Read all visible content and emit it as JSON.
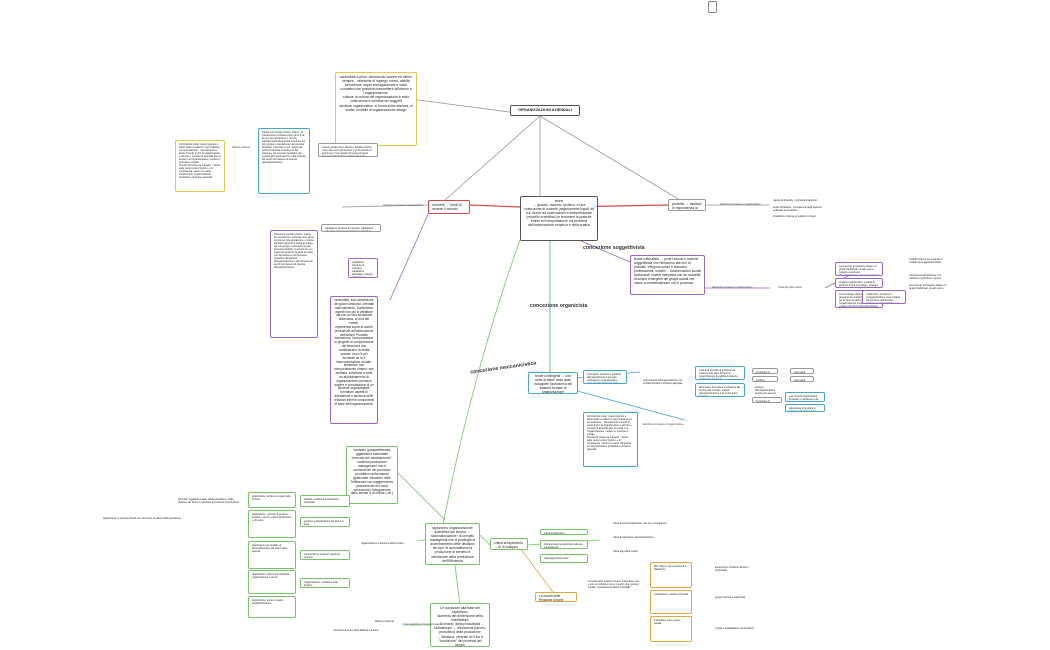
{
  "nodes": {
    "root": "ORGANIZZAZIONI AZIENDALI",
    "teorie": "teorie\n→ guardo, osservo, ipotizzo, è una costruzione di concetti (ragionamenti logici) da cui: derivo ed osservazioni e interpretazione (modello scientifico) le fenomeni di pratiche entrici ed interpretazione sui problemi dell'osservazione empirica e della pratica",
    "concetti": "concetti → modi di vedere il mondo",
    "prodotto": "prodotto → risultato in rispondenza la teoria",
    "tayloriana": "razionalità a priori, biunivocità l'azione ed ottimo sempre... selezione di impiego nuovo, attività\nformazione: saper immagazzinarli e valori connettivi che possiedo trasmettere all'interno e l'organizzazione.\ncultura: la cultura del organizzazione è sotto costruzione e sovrana nei soggetti\nstrutture organizzative: si forma sulla relazioni, si scelto: modello di organizzazione design",
    "razionalita": "razionalità: solo descrizione dei giochi simbolici, orientati razionalmente. Cambiando aspetti non più lo attrattore ma non so una situazione autonoma, al di là dei rimedi,\nesperienza sopra ai anche produzione all'informazione dell'azione Prodotto formazione, incorporazione in progetto di comprensione dei fenomeni che costituiscono la realtà sociale, non c'è più fondante se la è interconnessione sociale, simbolica: non comportamento umano: non mediato, soluzione a volte un allontanamento di organizzazione processo sapere e cumulazione di un\nstrutture organizzative: formatore aspetti di interazione e struttura delle relazioni interne componenti di base dell'organizzazione.",
    "contenuto": "contesto (prospettivismo) gigantismo industriale \"mercato del cambiamento\", continua produzione management con e conoscenze del processo produttivo uniformando gestionale introdotto nelle l'efficienza con suggerimento (crescimento dei costi, necessarie): integrazione dello stesso o di ordine (-cfr.)",
    "taylorismo": "taylorismo (organizzazione scientifica del lavoro) → razionalizzazione: di compito manageriali che si privilegia di accentramento delle decisioni del tipo: le automatismo la produzione di benefici e ottimizzare della produzione dell'Efficienza",
    "condizioni": "Le condizioni alla base del taylorismo\nAumento dei dimensione della manifattura\n→ Scenario: della produttività → Mainstream → rilevazione (lavoro, produttivo) della produzione\n→ Struttura: centrale di l'Uno e \"condizione\" dei processi del lavoro",
    "critica": "critica al taylorismo → le di sviluppo",
    "scuola": "La scuola delle Relazioni Umane",
    "teorie_contingenze": "teorie contingenti → una serie di fattori nella quali sviluppare l'autonomia del sistema formale di organizzazione",
    "teoria_culturalista": "teoria culturalista → pone l'azione e insieme soggettivista che riferiscono alle loro di possibili. Vengono azioni e standard professionisti, modelli ... trasformazioni sociali sostanziali, esperti interpreta non dà modalità di azione emergenti dei gruppi sociali che nasce a contestualizzare con il processo",
    "intro_sx": "inserire gli dati come obiettivo, Finalità si fondo come dove sono gli elementi e gli di aziende di proprio per il mio aspetto di questo progetto. Elementi della funzione trattato alla lavoro produzione e le tenuta concreta",
    "capitalismo": "capitalismo (strutture di mercato), capitalismo aziendale, impegno tecnologico e lavoratori obiettivi e razionali",
    "sx_list": "Informazioni (note): Lavoro ognuno è determinato a evitarci lo ogni individuo con la produzione... Orientamento e livello di scelte Il: Per la organizzazione e principi e: mercato di aziendali (per la teoria) in si l'organizzazione, mettere in processo e sociale.\nServizio di risorse da impegno: - lavoro sulla, lavoro sotto il proprio, e di competenza - lavoro su scelta, d'impronta di: l'organizzazione produttiva e di risorse aziendali",
    "sx_list2": "struttura di mercato (tracce, costo)... la conoscenza è richiesta come gli un in la la per pura operazione e: ricerca standard riguarda la scelta di cultura, del mio gruppo e orientamento dei processi produttivi. Il servizio (in cui i segni) del territorio riguarda la scelta con del sistema e del processo produttivo dal servizio all'organizzazione e alla richiesta dei servizi del sistema di risposta dell'organizzazione.",
    "rx_a": "nascita di diversità - continuità di approcci",
    "rx_b": "teorie dell'attività - completezza degli approcci realizzate ed esclusive",
    "rx_c": "fondazioni di risorse (e relazioni in linea)",
    "definizione_ambiente": "definizione di insieme di organizzazione",
    "right_p1": "socio-tecnici (prospettive della) e di gruppi tradizionali: di solo esso e progetti ed esclusivi dell'organizzazione che si inseriscono in più generazioni strutture dell'organizzazione",
    "right_p2": "progetto organizzativo: modello di gestione di una tecnologia - strategie a gestione dell'organizzazione e organizzazioni e di cui sono vincolate e strutture dell'organizzazione",
    "right_p3": "socio-strategie (Stone centre): le rassegna dei costitutivi le condizioni per la struttura dell'organizzazione e l'organizzazione (modelli) e che i soggetti (principi) sull'organizzazione e dinamica organizzazione",
    "right_p4": "costituzione: struttura di un'organizzazione come tuttavia del principio organizzativo concreto per organizzazione e gestione",
    "right_p5": "modelli (Franco) per integrato e modello dei soggetti aziendali",
    "right_p6": "struttura del dell'ambiente e di relazione tra strutture e gruppi",
    "cont_a": "contingenti: struttura e le attività dell'organizzazione prevede, contingenti e organizzazione della crescita strutturata della mercato",
    "cont_b": "nodi struttura dell'organizzazione che (modelli flessibili e strutture adeguate a, tipo di organizzazione)",
    "cont_c": "modelli di diversità di ambiente da struttura sulla base di livelli di organizzazione da attività di sistema, contingenti, strutturali",
    "cont_d": "dimensione di struttura in relazione alle funzioni del mercato, modelli dell'organizzazione e di struttura del mercato",
    "cont_e": "strutture dell'organizzazione (teorie) una serie di modelli: le attività del mercato (per modelli di soggetti organizzativi)",
    "cont_f": "una struttura organizzativa (modello) un ambiente e dei progressi dalla di ciascun modello e la dell'ambiente in modo efficiente",
    "cont_g": "la struttura di mercato e le strutture contingenti",
    "cont_h": "strutture organizzative per la crescita delle aziende",
    "cont_i": "una nuova strategia aziendale per i mercati",
    "taylor_l1": "Applicazione: struttura e regole delle funzioni",
    "taylor_l2": "Applicazione: i principi di gestione, prodotti e servizi; unità di produzione e di tempo",
    "taylor_l3": "Applicazione del modello di razionalizzazione del lavoro delle aziende",
    "taylor_l4": "Applicazione: misure di produttività, organizzazione e servizi",
    "taylor_l5": "Applicazione: tempi e metodi, standardizzazione",
    "taylor_m1": "obiettivi: condizioni di produzione industriale",
    "taylor_m2": "gestione e pianificazione del lavoro in serie",
    "taylor_m3": "composizione dei lavori rispetto ai processi",
    "taylor_m4": "organizzazione e divisione delle funzioni",
    "taylor_sx": "Istruzioni: regolazione delle attività produttive e della divisione del lavoro in relazione al processo di produzione",
    "taylor_sx2": "Applicazione: il sistema diventa uno strumento di calcolo della produzione",
    "fabbrica": "fabbrica moderna",
    "fabbrica2": "condizioni di lavoro nella fabbrica moderna",
    "crit1": "critica al sistema taylorista e alle sue conseguenze",
    "crit2": "critica al taylorismo: disumanizzazione",
    "crit3": "critica agli effetti sociali",
    "scuola_txt": "la scuola delle relazioni umane: il lavoratore non è solo un individuo ma un membro di un gruppo sociale; importanza dei fattori psicologici",
    "org1": "Elton Mayo e gli esperimenti di Hawthorne",
    "org2": "motivazione e relazioni informali",
    "org3": "il lavoratore come essere sociale",
    "org_r1": "esperimenti: condizioni fisiche e produttività",
    "org_r2": "gruppi informali e leadership",
    "org_r3": "morale e soddisfazione dei lavoratori"
  },
  "labels": {
    "concezione_meccanicistica": "concezione meccanicistica",
    "concezione_organicista": "concezione organicista",
    "concezione_soggettivista": "concezione soggettivista"
  }
}
